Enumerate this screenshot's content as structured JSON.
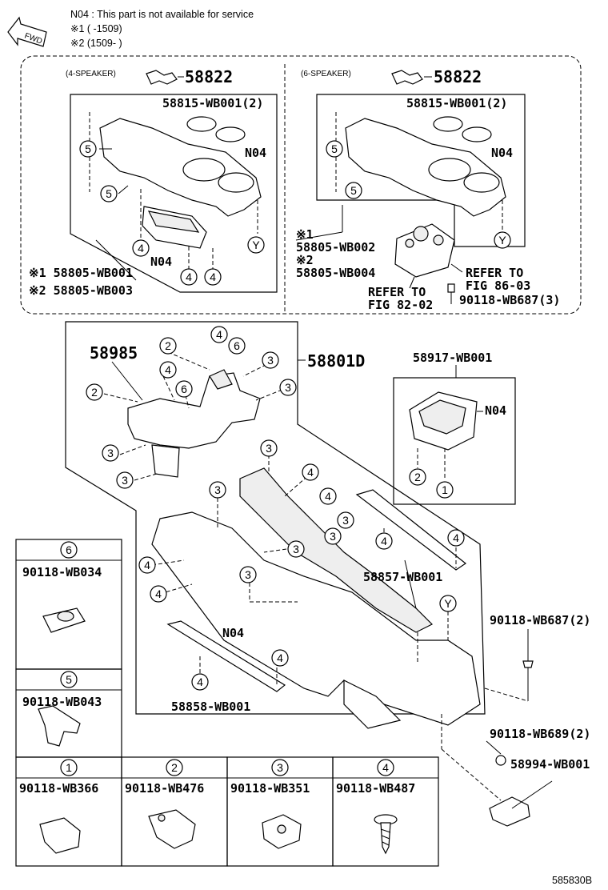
{
  "header": {
    "note_n04": "N04 : This part is not available for service",
    "note_1": "※1 (        -1509)",
    "note_2": "※2 (1509-        )",
    "fwd_label": "FWD"
  },
  "panel_4spk": {
    "label": "(4-SPEAKER)",
    "part_58822": "58822",
    "part_58815": "58815-WB001(2)",
    "n04_top": "N04",
    "n04_bottom": "N04",
    "alt1": "※1 58805-WB001",
    "alt2": "※2 58805-WB003"
  },
  "panel_6spk": {
    "label": "(6-SPEAKER)",
    "part_58822": "58822",
    "part_58815": "58815-WB001(2)",
    "n04": "N04",
    "alt1_mark": "※1",
    "alt1_part": "58805-WB002",
    "alt2_mark": "※2",
    "alt2_part": "58805-WB004",
    "refer1_line1": "REFER TO",
    "refer1_line2": "FIG 86-03",
    "refer2_line1": "REFER TO",
    "refer2_line2": "FIG 82-02",
    "screw": "90118-WB687(3)"
  },
  "main": {
    "part_58985": "58985",
    "part_58801d": "58801D",
    "part_58917": "58917-WB001",
    "n04_insert": "N04",
    "part_58857": "58857-WB001",
    "n04_main": "N04",
    "part_58858": "58858-WB001",
    "part_wb687": "90118-WB687(2)",
    "part_wb689": "90118-WB689(2)",
    "part_58994": "58994-WB001",
    "y_label": "Y"
  },
  "legend": {
    "items": [
      {
        "num": "6",
        "part": "90118-WB034"
      },
      {
        "num": "5",
        "part": "90118-WB043"
      },
      {
        "num": "1",
        "part": "90118-WB366"
      },
      {
        "num": "2",
        "part": "90118-WB476"
      },
      {
        "num": "3",
        "part": "90118-WB351"
      },
      {
        "num": "4",
        "part": "90118-WB487"
      }
    ]
  },
  "footer": {
    "code": "585830B"
  }
}
